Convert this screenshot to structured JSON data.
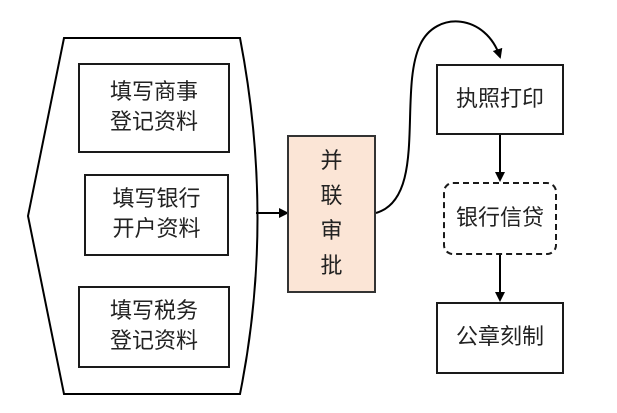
{
  "left_group": {
    "box1": {
      "line1": "填写商事",
      "line2": "登记资料"
    },
    "box2": {
      "line1": "填写银行",
      "line2": "开户资料"
    },
    "box3": {
      "line1": "填写税务",
      "line2": "登记资料"
    }
  },
  "center": {
    "chars": [
      "并",
      "联",
      "审",
      "批"
    ],
    "fill_color": "#fbe5d6"
  },
  "right_chain": {
    "license_print": "执照打印",
    "bank_credit": "银行信贷",
    "seal_making": "公章刻制"
  }
}
